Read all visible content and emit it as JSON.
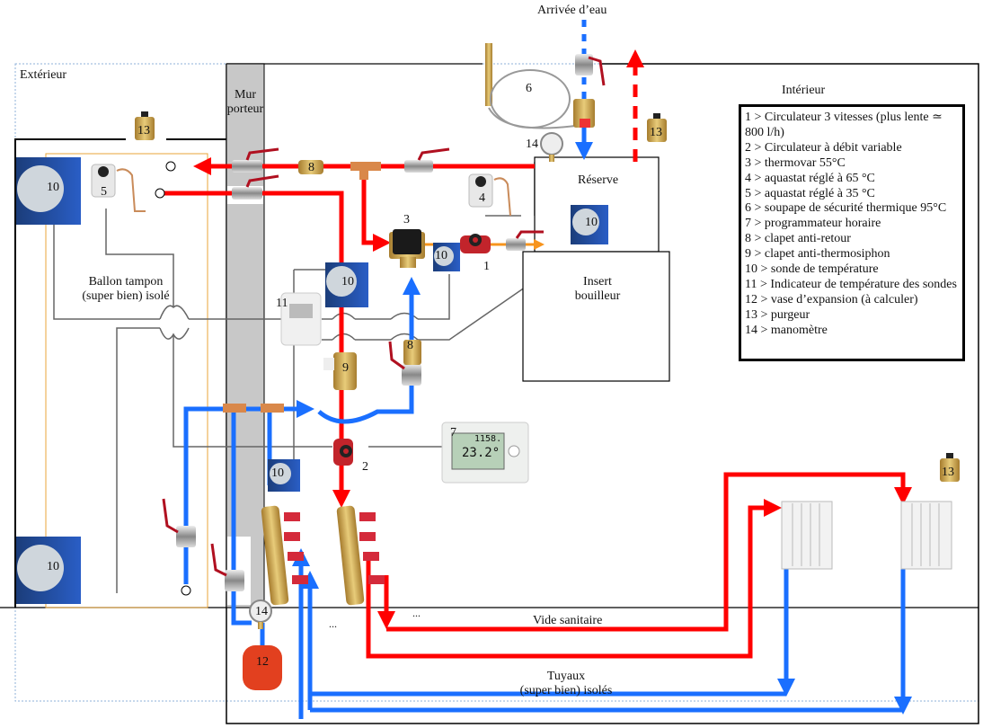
{
  "title_top": "Arrivée d’eau",
  "zones": {
    "exterieur": "Extérieur",
    "interieur": "Intérieur",
    "mur_porteur": [
      "Mur",
      "porteur"
    ],
    "reserve": "Réserve",
    "insert_bouilleur": [
      "Insert",
      "bouilleur"
    ],
    "ballon_tampon": [
      "Ballon tampon",
      "(super bien) isolé"
    ],
    "vide_sanitaire": "Vide sanitaire",
    "tuyaux": [
      "Tuyaux",
      "(super bien) isolés"
    ],
    "ellipsis": "..."
  },
  "legend": {
    "items": [
      "1 > Circulateur 3 vitesses (plus lente ≃ 800 l/h)",
      "2 > Circulateur à débit variable",
      "3 > thermovar 55°C",
      "4 > aquastat réglé à 65 °C",
      "5 > aquastat réglé à 35 °C",
      "6 > soupape de sécurité thermique 95°C",
      "7 > programmateur horaire",
      "8 > clapet anti-retour",
      "9 > clapet anti-thermosiphon",
      "10 > sonde de température",
      "11 > Indicateur de température des sondes",
      "12 > vase d’expansion (à calculer)",
      "13 > purgeur",
      "14 > manomètre"
    ]
  },
  "component_numbers": {
    "circulateur_1": "1",
    "circulateur_2": "2",
    "thermovar": "3",
    "aquastat_65": "4",
    "aquastat_35": "5",
    "soupape": "6",
    "programmateur": "7",
    "clapet_retour": "8",
    "clapet_thermosiphon": "9",
    "sonde": "10",
    "indicateur": "11",
    "vase": "12",
    "purgeur": "13",
    "manometre": "14"
  },
  "programmer_display": {
    "line1": "1158.",
    "line2": "23.2°"
  },
  "colors": {
    "hot": "#ff0000",
    "cold": "#1a6fff",
    "mixed": "#f7941d",
    "wall": "#c8c8c8",
    "brass": "#c9a55a",
    "wire": "#555555",
    "buffer_outline": "#e8a43a"
  }
}
